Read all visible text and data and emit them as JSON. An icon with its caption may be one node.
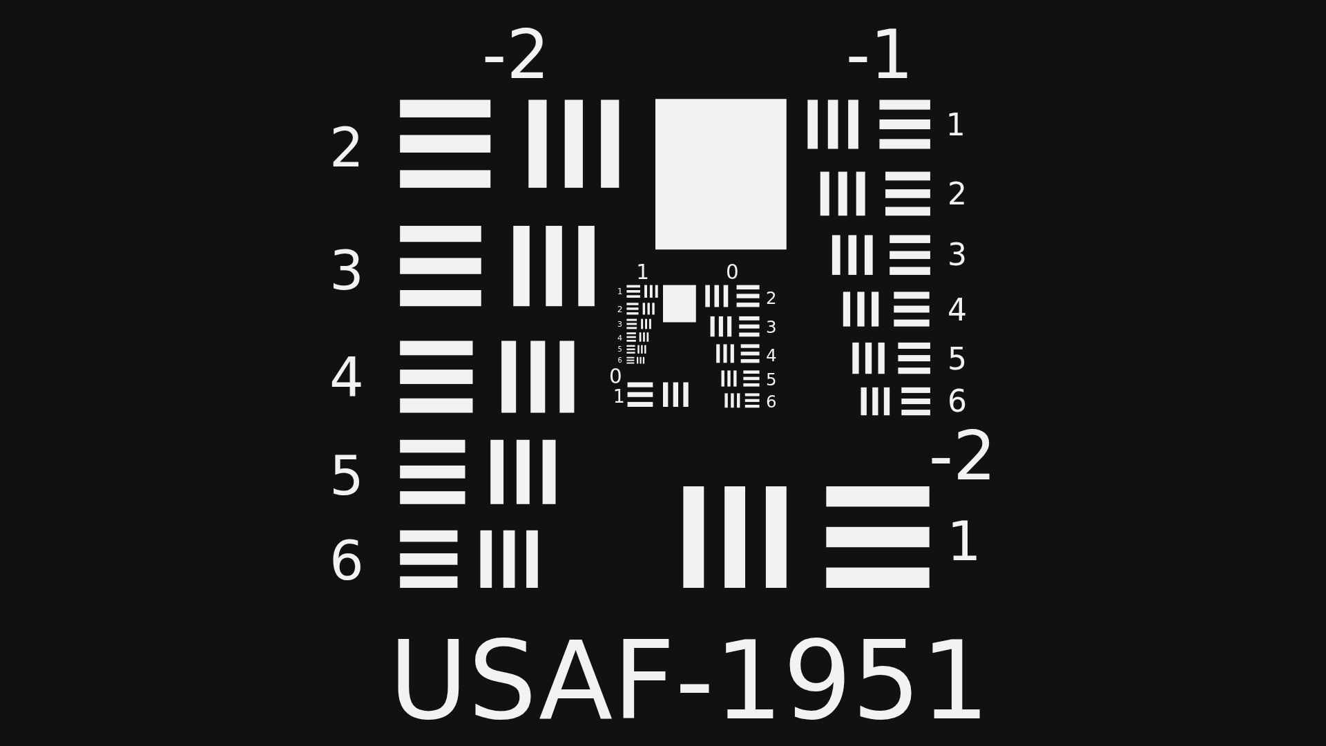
{
  "diagram": {
    "caption": "USAF-1951",
    "labels": [
      "-2",
      "-1",
      "2",
      "3",
      "4",
      "5",
      "6",
      "1",
      "2",
      "3",
      "4",
      "5",
      "6",
      "1",
      "0",
      "1",
      "2",
      "3",
      "4",
      "5",
      "6",
      "2",
      "3",
      "4",
      "5",
      "6",
      "0",
      "1",
      "-2",
      "1"
    ]
  }
}
